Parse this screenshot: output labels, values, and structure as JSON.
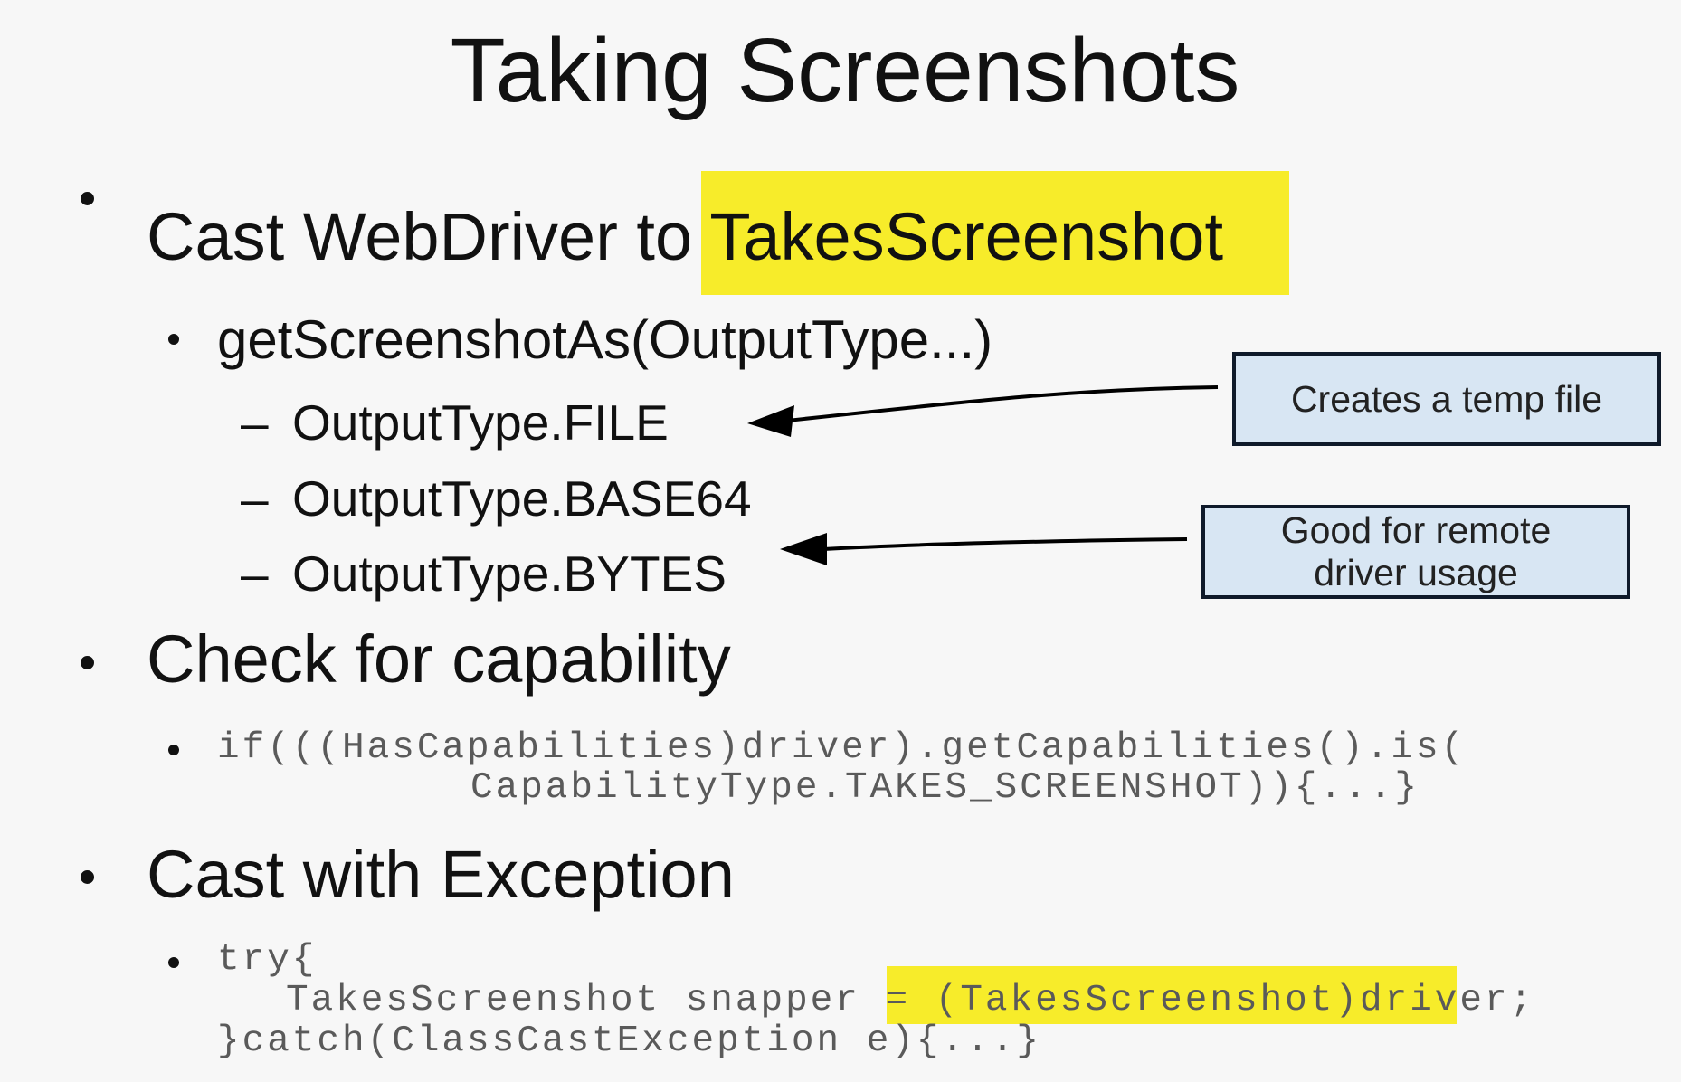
{
  "slide": {
    "title": "Taking Screenshots",
    "bullet1": {
      "prefix": "Cast WebDriver to ",
      "highlight": "TakesScreenshot",
      "sub": "getScreenshotAs(OutputType...)",
      "options": [
        "OutputType.FILE",
        "OutputType.BASE64",
        "OutputType.BYTES"
      ],
      "dash": "–"
    },
    "bullet2": {
      "text": "Check for capability",
      "code_line1": "if(((HasCapabilities)driver).getCapabilities().is(",
      "code_line2": "CapabilityType.TAKES_SCREENSHOT)){...}"
    },
    "bullet3": {
      "text": "Cast with Exception",
      "code_line1": "try{",
      "code_line2_prefix": "TakesScreenshot snapper = ",
      "code_line2_highlight": "(TakesScreenshot)driver;",
      "code_line3": "}catch(ClassCastException e){...}"
    },
    "callouts": {
      "file_note": "Creates a temp file",
      "remote_note": "Good for remote driver usage"
    },
    "colors": {
      "highlight": "#f7ec2a",
      "callout_fill": "#d8e6f3",
      "callout_border": "#0f1a2a"
    }
  }
}
